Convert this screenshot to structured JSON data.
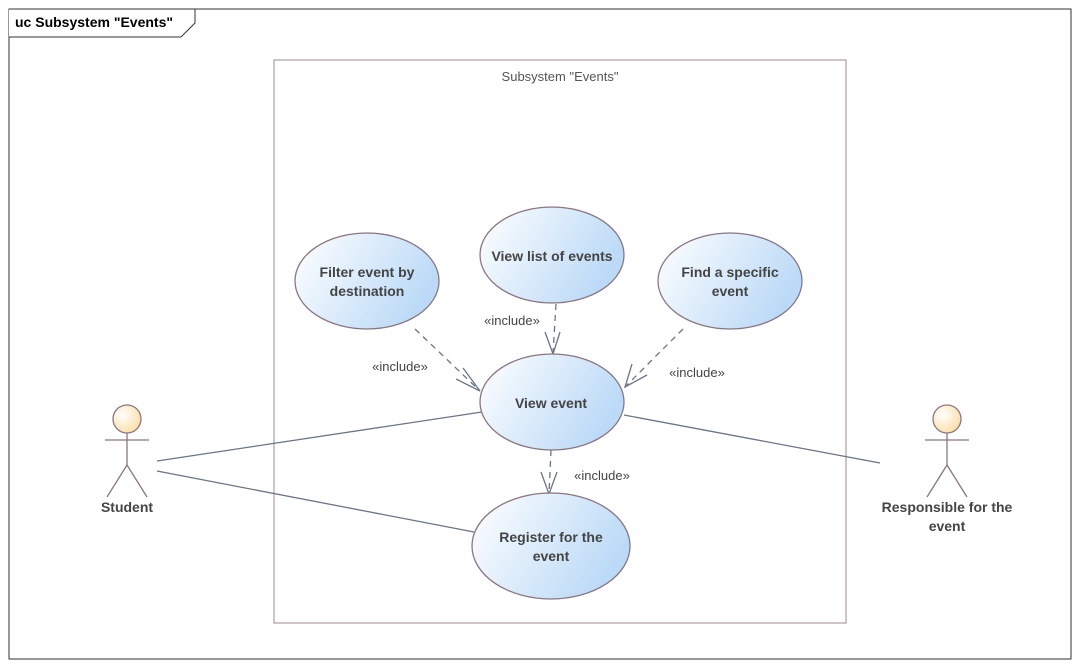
{
  "frame": {
    "title": "uc Subsystem \"Events\""
  },
  "boundary": {
    "label": "Subsystem \"Events\""
  },
  "use_cases": {
    "filter": [
      "Filter event by",
      "destination"
    ],
    "view_list": [
      "View list of events"
    ],
    "find_specific": [
      "Find a specific",
      "event"
    ],
    "view_event": [
      "View event"
    ],
    "register": [
      "Register for the",
      "event"
    ]
  },
  "actors": {
    "student": [
      "Student"
    ],
    "responsible": [
      "Responsible for the",
      "event"
    ]
  },
  "relations": {
    "include_filter": "«include»",
    "include_list": "«include»",
    "include_find": "«include»",
    "include_register": "«include»"
  },
  "colors": {
    "usecase_light": "#ffffff",
    "usecase_dark": "#bcdaf7",
    "usecase_stroke": "#8a7680",
    "actor_fill": "#fde9c4",
    "actor_stroke": "#8a7680",
    "line": "#6b7587",
    "boundary_stroke": "#a08890"
  }
}
